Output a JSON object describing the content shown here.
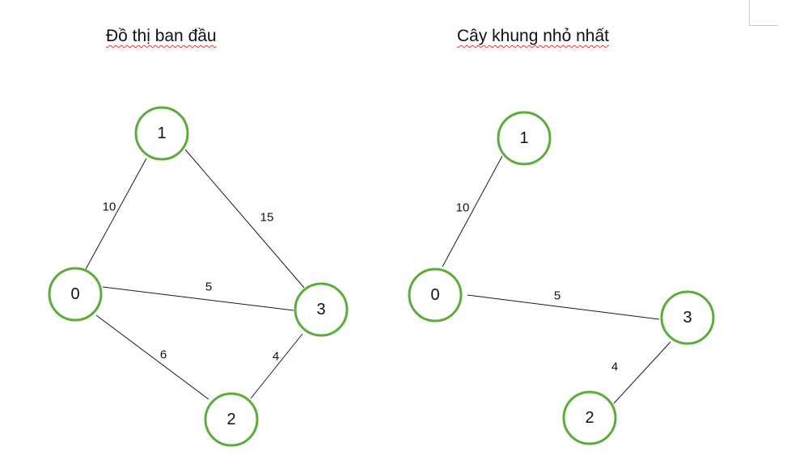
{
  "titles": {
    "left": "Đồ thị ban đầu",
    "right": "Cây khung nhỏ nhất"
  },
  "colors": {
    "node_stroke": "#5aad3a",
    "edge": "#1a1a1a",
    "spellcheck_underline": "#d23a3a"
  },
  "graphs": [
    {
      "id": "original",
      "nodes": [
        "0",
        "1",
        "2",
        "3"
      ],
      "edges": [
        {
          "from": "0",
          "to": "1",
          "weight": "10"
        },
        {
          "from": "1",
          "to": "3",
          "weight": "15"
        },
        {
          "from": "0",
          "to": "3",
          "weight": "5"
        },
        {
          "from": "0",
          "to": "2",
          "weight": "6"
        },
        {
          "from": "2",
          "to": "3",
          "weight": "4"
        }
      ]
    },
    {
      "id": "mst",
      "nodes": [
        "0",
        "1",
        "2",
        "3"
      ],
      "edges": [
        {
          "from": "0",
          "to": "1",
          "weight": "10"
        },
        {
          "from": "0",
          "to": "3",
          "weight": "5"
        },
        {
          "from": "2",
          "to": "3",
          "weight": "4"
        }
      ]
    }
  ]
}
